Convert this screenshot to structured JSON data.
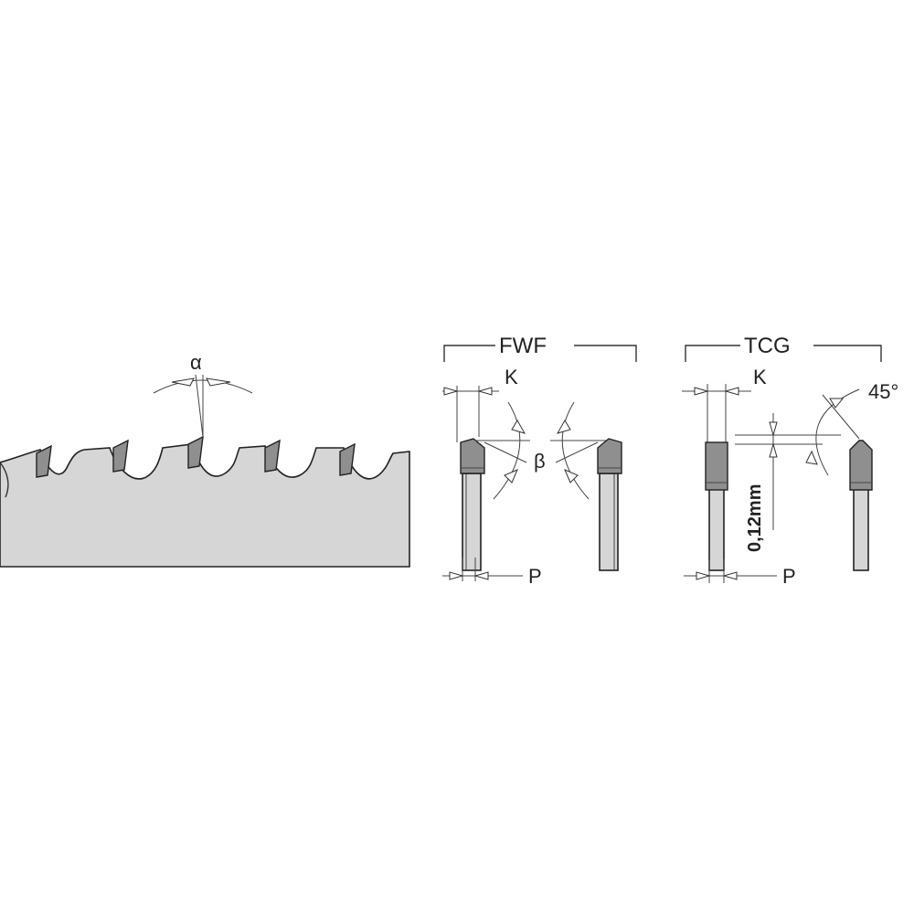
{
  "figure": {
    "blade_profile": {
      "angle_symbol": "α"
    },
    "fwf": {
      "title": "FWF",
      "label_k": "K",
      "label_beta": "β",
      "label_p": "P"
    },
    "tcg": {
      "title": "TCG",
      "label_k": "K",
      "label_angle": "45°",
      "label_height": "0,12mm",
      "label_p": "P"
    }
  }
}
